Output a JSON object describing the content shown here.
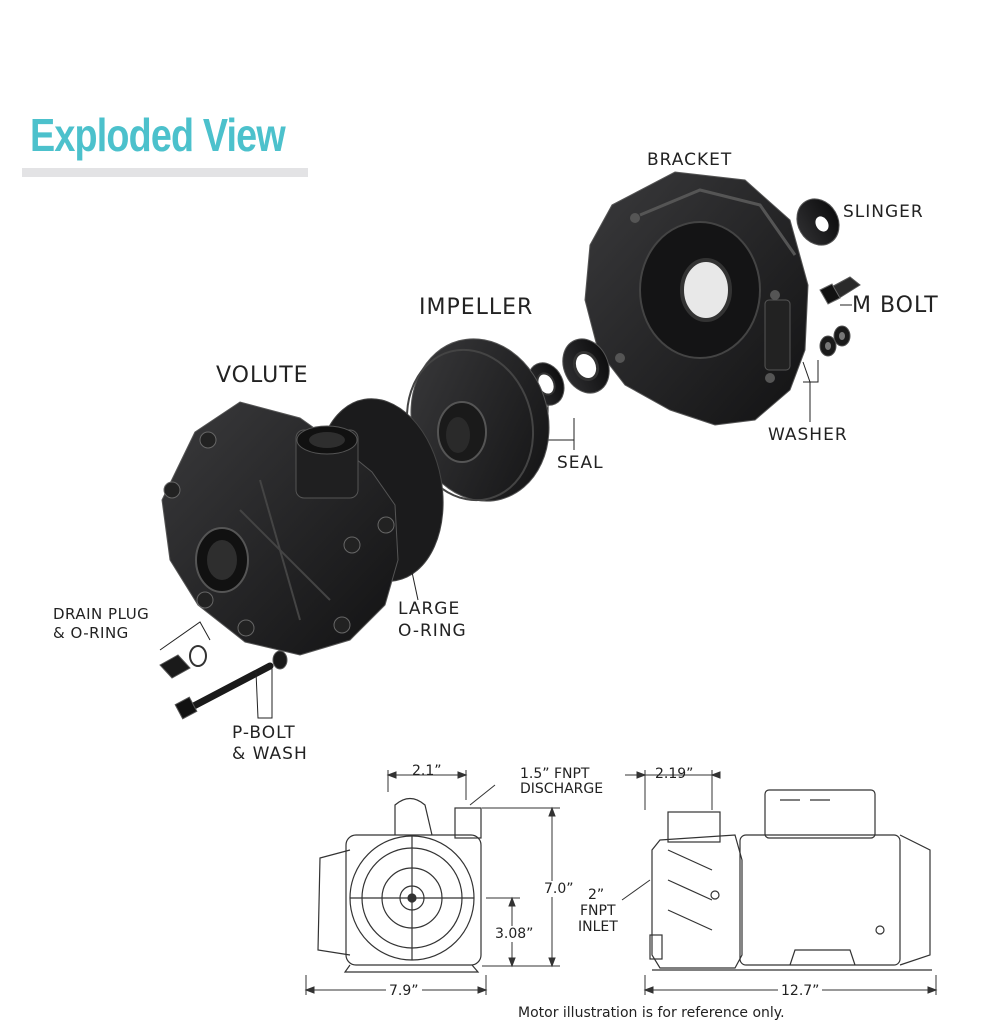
{
  "header": {
    "title": "Exploded View"
  },
  "parts": {
    "bracket": "BRACKET",
    "slinger": "SLINGER",
    "m_bolt": "M BOLT",
    "impeller": "IMPELLER",
    "volute": "VOLUTE",
    "washer": "WASHER",
    "seal": "SEAL",
    "drain_plug_line1": "DRAIN PLUG",
    "drain_plug_line2": "& O-RING",
    "large_oring_line1": "LARGE",
    "large_oring_line2": "O-RING",
    "p_bolt_line1": "P-BOLT",
    "p_bolt_line2": "& WASH"
  },
  "dimensions": {
    "front": {
      "discharge_offset": "2.1”",
      "discharge_line1": "1.5” FNPT",
      "discharge_line2": "DISCHARGE",
      "height": "7.0”",
      "shaft_height": "3.08”",
      "width": "7.9”"
    },
    "side": {
      "discharge_offset": "2.19”",
      "inlet_line1": "2”",
      "inlet_line2": "FNPT",
      "inlet_line3": "INLET",
      "length": "12.7”"
    }
  },
  "footer": {
    "note": "Motor illustration is for reference only."
  }
}
